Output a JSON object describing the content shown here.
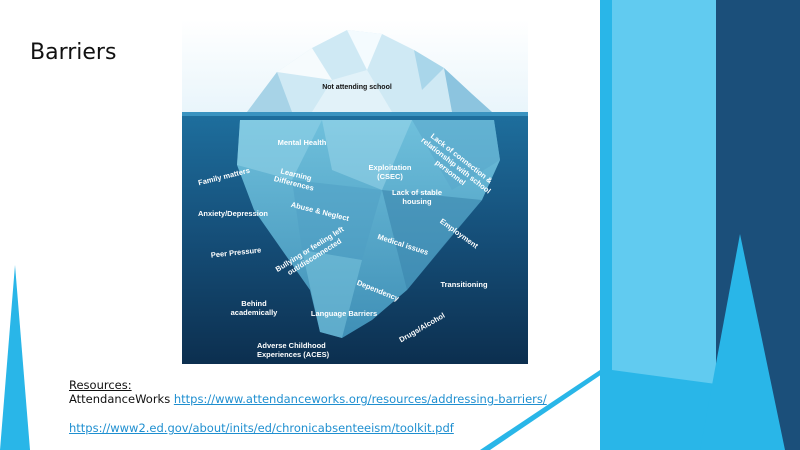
{
  "slide": {
    "title": "Barriers",
    "colors": {
      "accent_light": "#29b6e8",
      "accent_dark": "#1b4f7a",
      "link": "#1f8fd0"
    }
  },
  "iceberg": {
    "above_water": "Not attending school",
    "below_water": [
      "Mental Health",
      "Lack of connection & relationship with school personnel",
      "Family matters",
      "Learning Differences",
      "Exploitation (CSEC)",
      "Lack of stable housing",
      "Anxiety/Depression",
      "Abuse & Neglect",
      "Employment",
      "Peer Pressure",
      "Medical issues",
      "Bullying or feeling left out/disconnected",
      "Transitioning",
      "Dependency",
      "Behind academically",
      "Language Barriers",
      "Drugs/Alcohol",
      "Adverse Childhood Experiences (ACES)"
    ]
  },
  "resources": {
    "heading": "Resources:",
    "source_name": "AttendanceWorks",
    "link1": "https://www.attendanceworks.org/resources/addressing-barriers/",
    "link2": "https://www2.ed.gov/about/inits/ed/chronicabsenteeism/toolkit.pdf"
  }
}
